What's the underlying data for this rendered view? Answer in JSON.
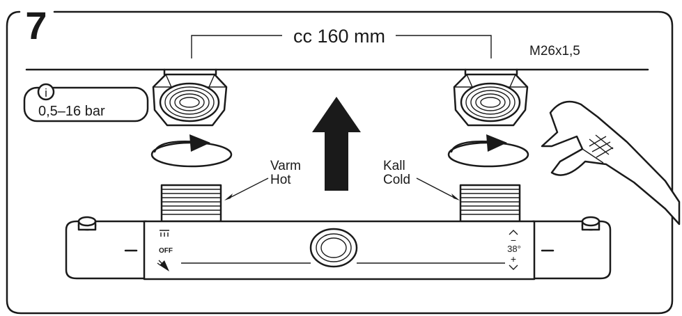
{
  "step": {
    "number": "7"
  },
  "spacing": {
    "label": "cc 160 mm"
  },
  "thread": {
    "label": "M26x1,5"
  },
  "info": {
    "icon_glyph": "i",
    "pressure": "0,5–16 bar"
  },
  "inlets": {
    "hot": {
      "line1": "Varm",
      "line2": "Hot"
    },
    "cold": {
      "line1": "Kall",
      "line2": "Cold"
    }
  },
  "mixer": {
    "off_label": "OFF",
    "temperature": "38°",
    "minus": "−",
    "plus": "+"
  },
  "icons": [
    "info-icon",
    "rotate-arrow-icon",
    "up-arrow-icon",
    "wrench-icon",
    "shower-icon",
    "handshower-icon"
  ]
}
